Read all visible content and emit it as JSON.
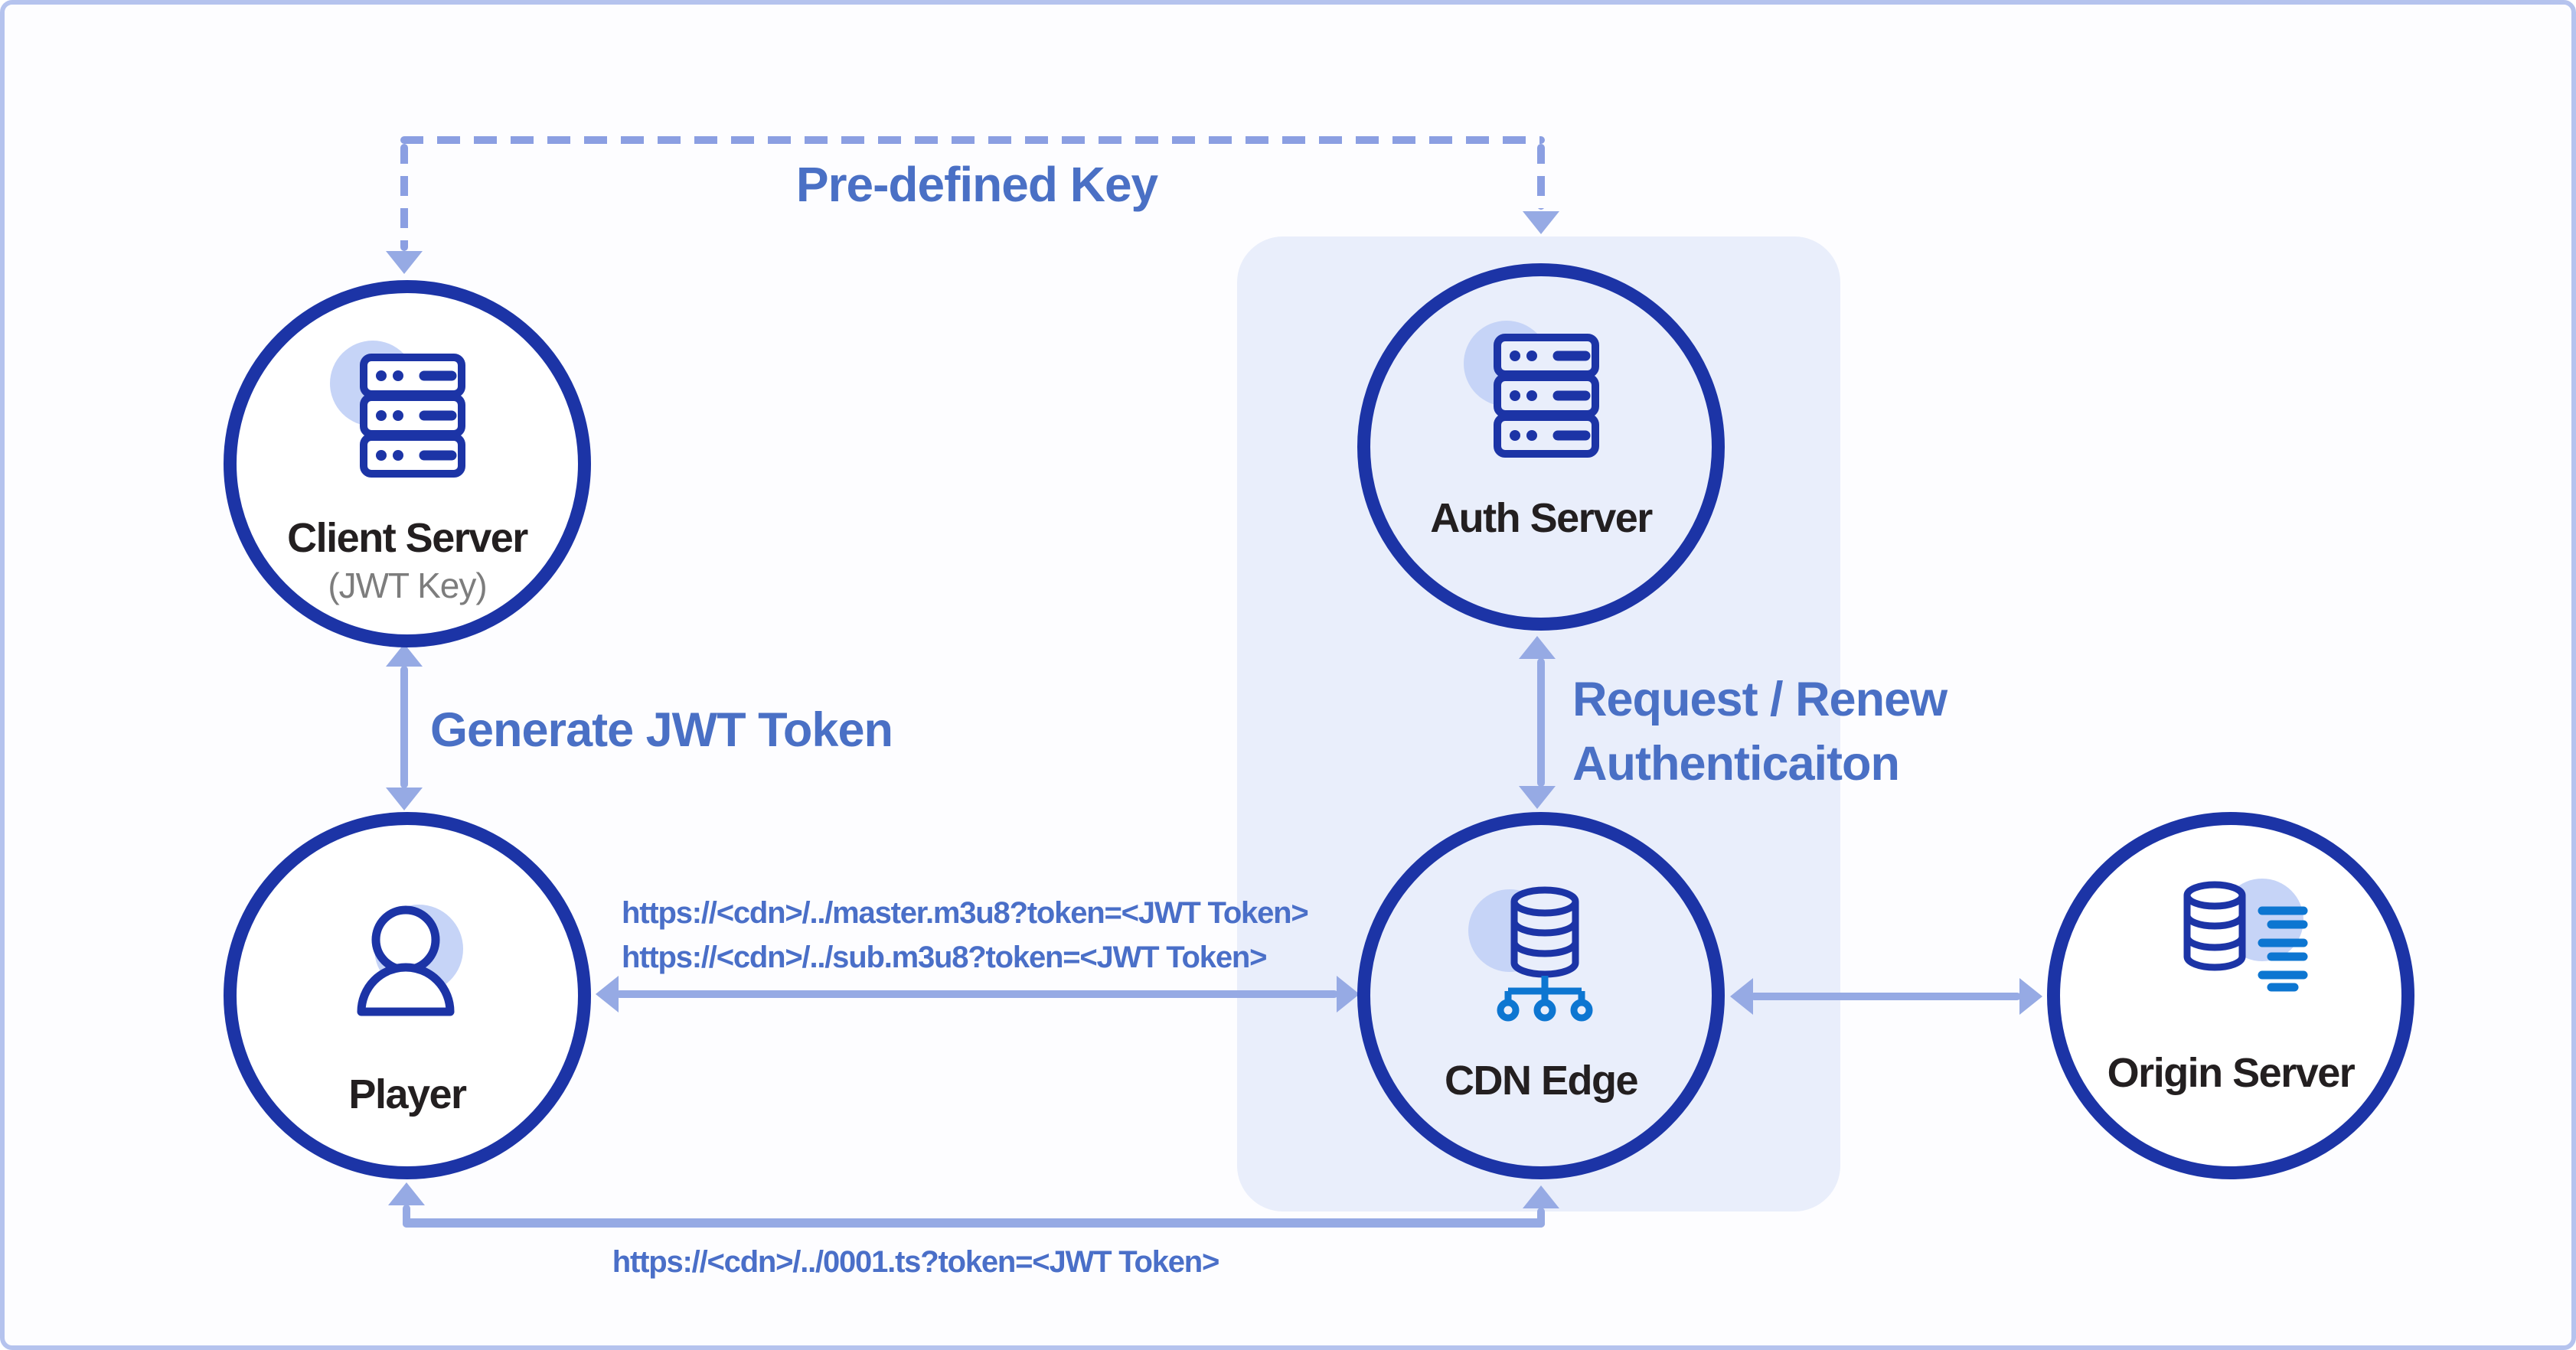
{
  "nodes": {
    "client": {
      "title": "Client Server",
      "subtitle": "(JWT Key)",
      "icon": "server-rack-icon"
    },
    "auth": {
      "title": "Auth Server",
      "icon": "server-rack-icon"
    },
    "player": {
      "title": "Player",
      "icon": "person-icon"
    },
    "cdn": {
      "title": "CDN Edge",
      "icon": "database-network-icon"
    },
    "origin": {
      "title": "Origin Server",
      "icon": "database-speed-icon"
    }
  },
  "edges": {
    "predefined": {
      "label": "Pre-defined Key"
    },
    "generate": {
      "label": "Generate JWT Token"
    },
    "auth_flow": {
      "line1": "Request / Renew",
      "line2": "Authenticaiton"
    },
    "playback": {
      "url_master": "https://<cdn>/../master.m3u8?token=<JWT Token>",
      "url_sub": "https://<cdn>/../sub.m3u8?token=<JWT Token>"
    },
    "segment": {
      "url": "https://<cdn>/../0001.ts?token=<JWT Token>"
    }
  },
  "colors": {
    "node_border_navy": "#1c34a6",
    "icon_azure": "#0d76d1",
    "icon_accent_light_blue": "#c6d4f7",
    "panel_background": "#e9eefb",
    "arrow_light_blue": "#96aae4",
    "dashed_line_blue": "#8b9fe2",
    "label_blue": "#4a70c5",
    "label_black": "#231f20",
    "label_gray": "#7d7d7d",
    "frame_border": "#b5c3ee"
  }
}
